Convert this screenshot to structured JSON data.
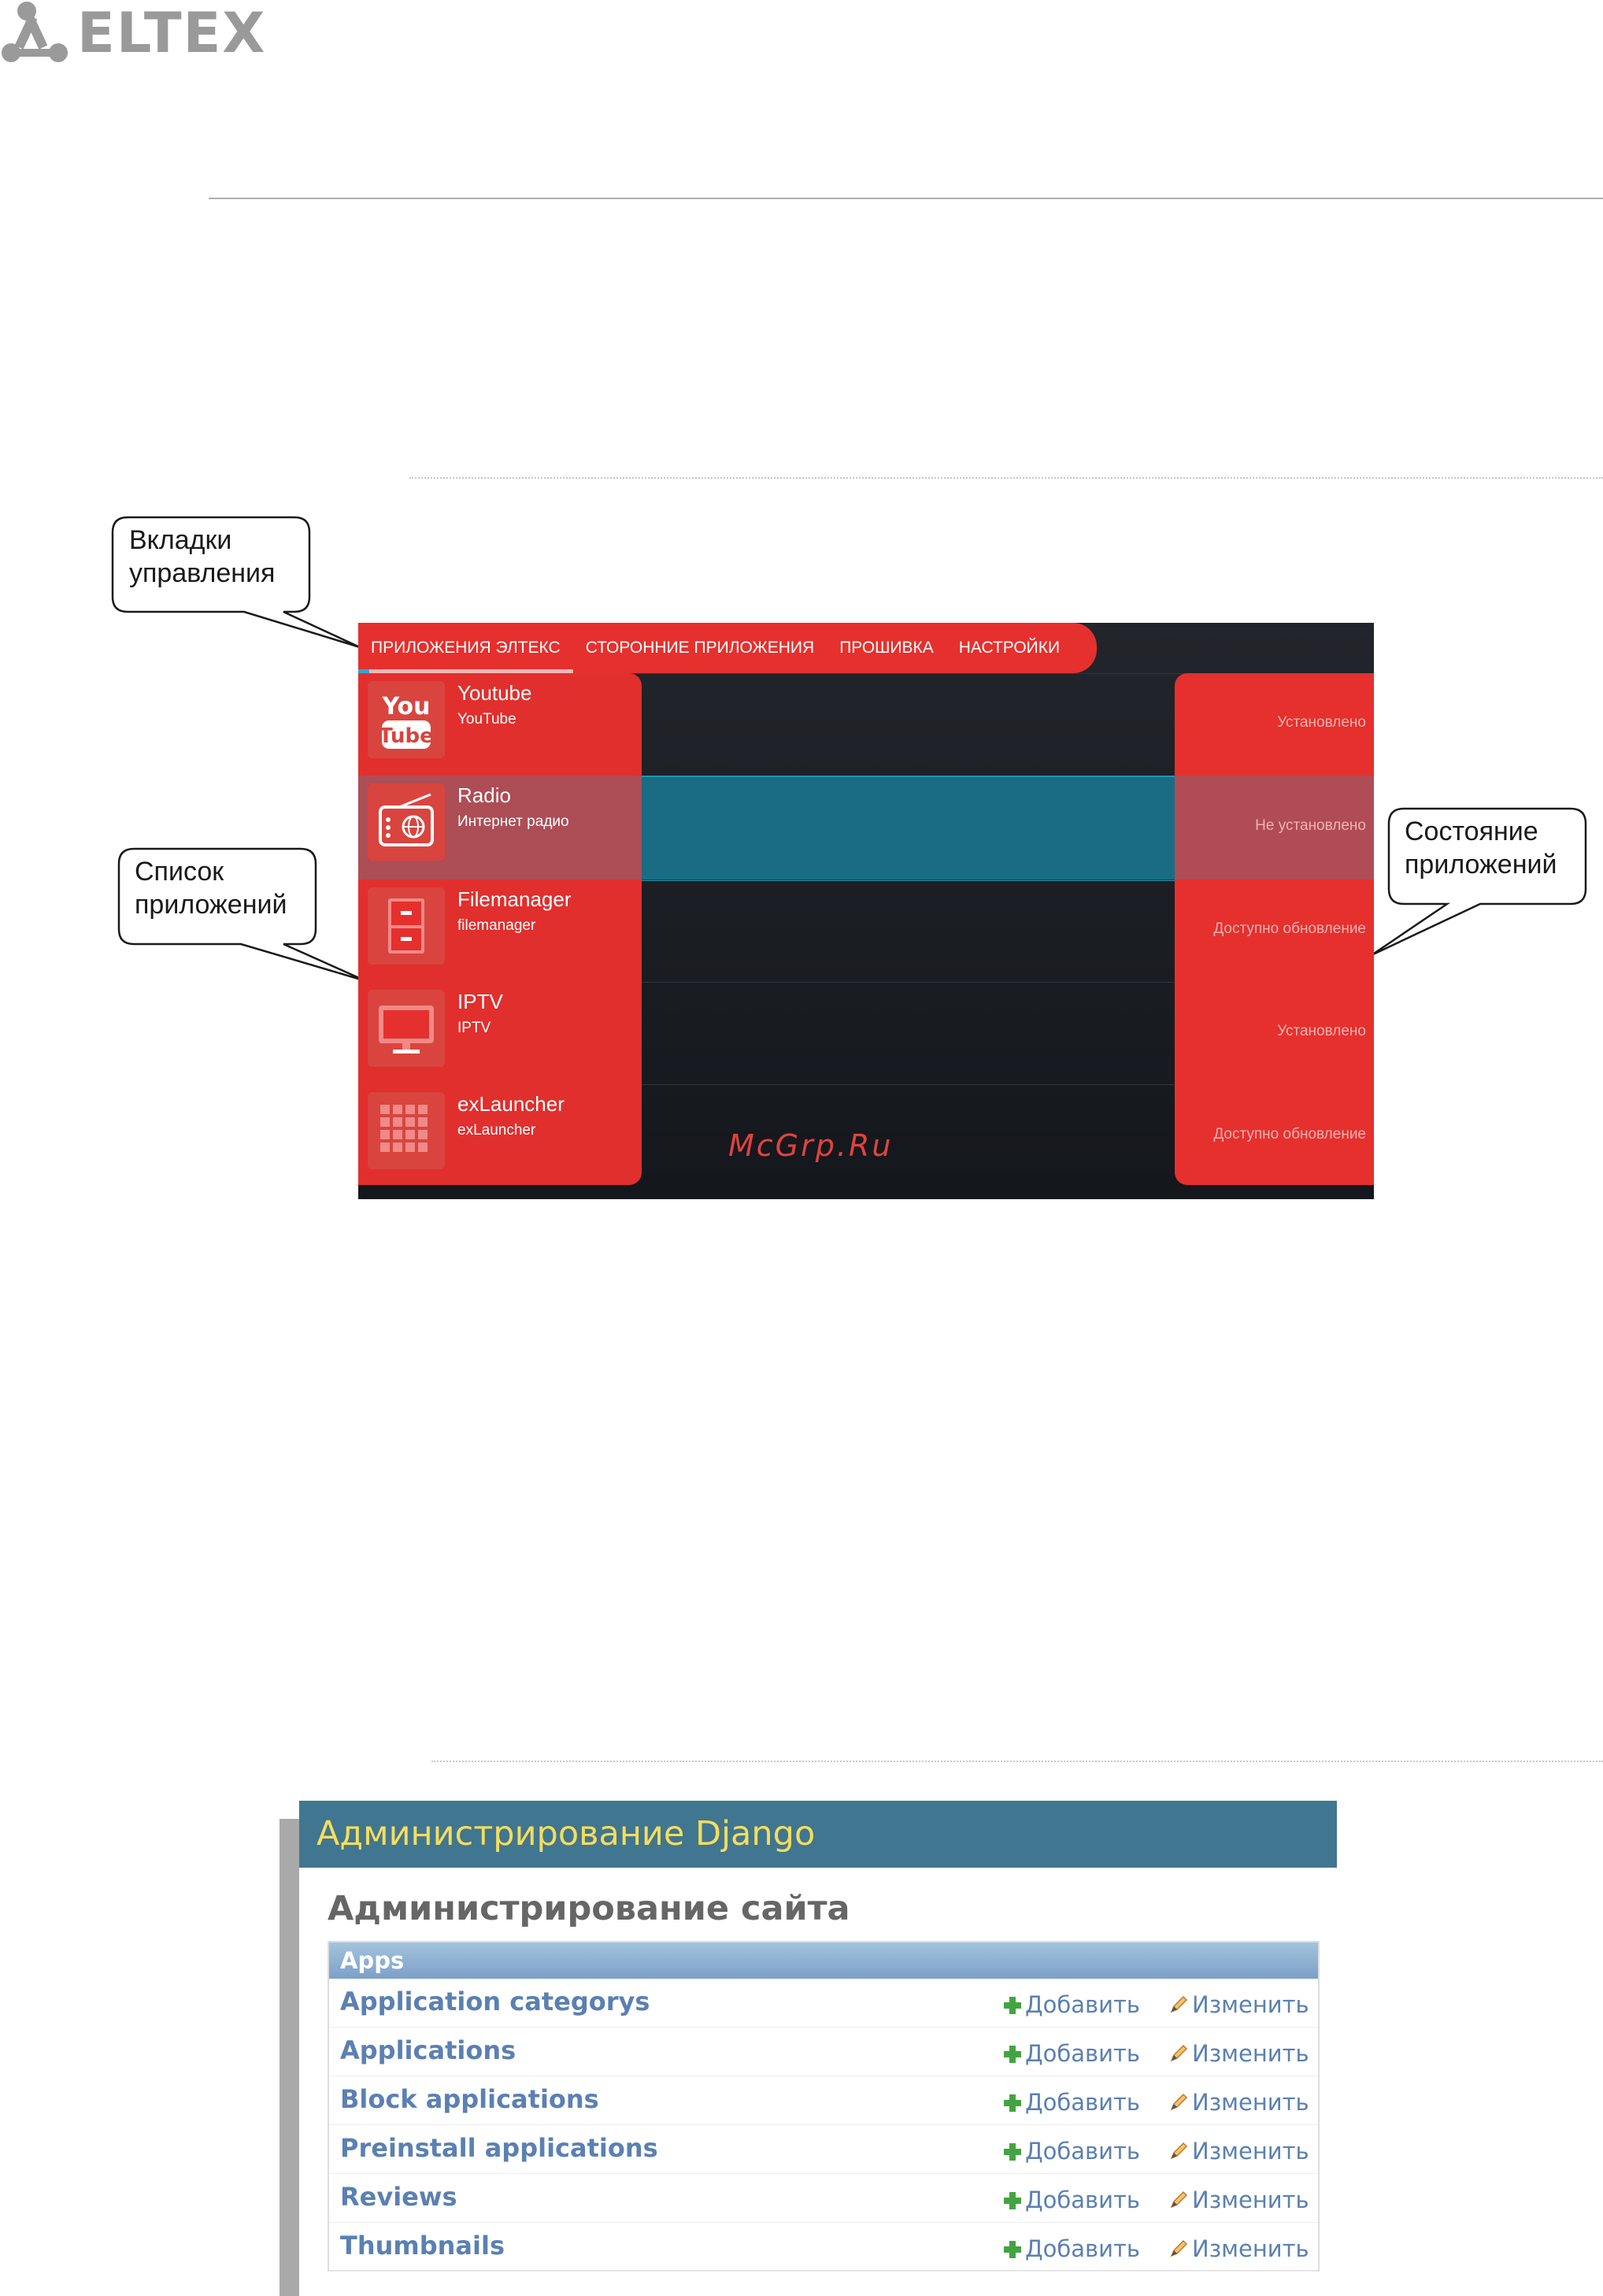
{
  "brand": {
    "logo_text": "ELTEX"
  },
  "callouts": {
    "tabs": "Вкладки\nуправления",
    "app_list": "Список\nприложений",
    "app_state": "Состояние\nприложений"
  },
  "stb": {
    "tabs": [
      {
        "label": "ПРИЛОЖЕНИЯ ЭЛТЕКС",
        "active": true
      },
      {
        "label": "СТОРОННИЕ ПРИЛОЖЕНИЯ",
        "active": false
      },
      {
        "label": "ПРОШИВКА",
        "active": false
      },
      {
        "label": "НАСТРОЙКИ",
        "active": false
      }
    ],
    "apps": [
      {
        "name": "Youtube",
        "subtitle": "YouTube",
        "status": "Установлено",
        "icon": "youtube-icon",
        "selected": false
      },
      {
        "name": "Radio",
        "subtitle": "Интернет радио",
        "status": "Не установлено",
        "icon": "radio-icon",
        "selected": true
      },
      {
        "name": "Filemanager",
        "subtitle": "filemanager",
        "status": "Доступно обновление",
        "icon": "filemanager-icon",
        "selected": false
      },
      {
        "name": "IPTV",
        "subtitle": "IPTV",
        "status": "Установлено",
        "icon": "tv-icon",
        "selected": false
      },
      {
        "name": "exLauncher",
        "subtitle": "exLauncher",
        "status": "Доступно обновление",
        "icon": "grid-icon",
        "selected": false
      }
    ],
    "watermark": "McGrp.Ru",
    "colors": {
      "accent": "#e5302e",
      "background": "#1b1e23",
      "selection": "#155c6f"
    }
  },
  "django": {
    "header": "Администрирование Django",
    "title": "Администрирование сайта",
    "module_caption": "Apps",
    "add_label": "Добавить",
    "change_label": "Изменить",
    "models": [
      "Application categorys",
      "Applications",
      "Block applications",
      "Preinstall applications",
      "Reviews",
      "Thumbnails"
    ],
    "colors": {
      "header_bg": "#417690",
      "header_text": "#f5dd5d",
      "link": "#5b80b2"
    }
  }
}
